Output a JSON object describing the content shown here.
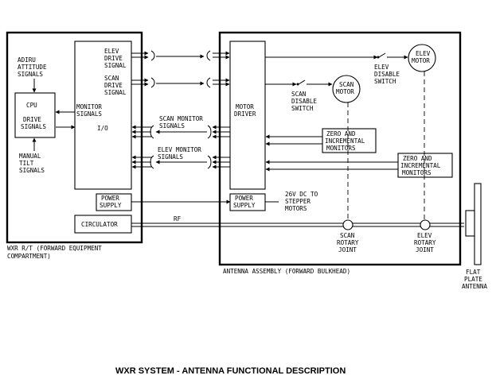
{
  "caption": "WXR SYSTEM - ANTENNA FUNCTIONAL DESCRIPTION",
  "rt_unit": {
    "label_line1": "WXR R/T (FORWARD EQUIPMENT",
    "label_line2": "COMPARTMENT)",
    "adiru_line1": "ADIRU",
    "adiru_line2": "ATTITUDE",
    "adiru_line3": "SIGNALS",
    "cpu": "CPU",
    "drive_line1": "DRIVE",
    "drive_line2": "SIGNALS",
    "tilt_line1": "MANUAL",
    "tilt_line2": "TILT",
    "tilt_line3": "SIGNALS",
    "monitor_line1": "MONITOR",
    "monitor_line2": "SIGNALS",
    "io": "I/O",
    "elev_drive_line1": "ELEV",
    "elev_drive_line2": "DRIVE",
    "elev_drive_line3": "SIGNAL",
    "scan_drive_line1": "SCAN",
    "scan_drive_line2": "DRIVE",
    "scan_drive_line3": "SIGNAL",
    "power_line1": "POWER",
    "power_line2": "SUPPLY",
    "circulator": "CIRCULATOR"
  },
  "signals": {
    "scan_monitor_line1": "SCAN MONITOR",
    "scan_monitor_line2": "SIGNALS",
    "elev_monitor_line1": "ELEV MONITOR",
    "elev_monitor_line2": "SIGNALS",
    "rf": "RF"
  },
  "antenna_assembly": {
    "label": "ANTENNA ASSEMBLY (FORWARD BULKHEAD)",
    "motor_line1": "MOTOR",
    "motor_line2": "DRIVER",
    "power_line1": "POWER",
    "power_line2": "SUPPLY",
    "dc_line1": "26V DC TO",
    "dc_line2": "STEPPER",
    "dc_line3": "MOTORS",
    "zero1_line1": "ZERO AND",
    "zero1_line2": "INCREMENTAL",
    "zero1_line3": "MONITORS",
    "zero2_line1": "ZERO AND",
    "zero2_line2": "INCREMENTAL",
    "zero2_line3": "MONITORS",
    "elev_motor_line1": "ELEV",
    "elev_motor_line2": "MOTOR",
    "scan_motor_line1": "SCAN",
    "scan_motor_line2": "MOTOR",
    "elev_switch_line1": "ELEV",
    "elev_switch_line2": "DISABLE",
    "elev_switch_line3": "SWITCH",
    "scan_switch_line1": "SCAN",
    "scan_switch_line2": "DISABLE",
    "scan_switch_line3": "SWITCH",
    "scan_joint_line1": "SCAN",
    "scan_joint_line2": "ROTARY",
    "scan_joint_line3": "JOINT",
    "elev_joint_line1": "ELEV",
    "elev_joint_line2": "ROTARY",
    "elev_joint_line3": "JOINT",
    "flat_line1": "FLAT",
    "flat_line2": "PLATE",
    "flat_line3": "ANTENNA"
  }
}
